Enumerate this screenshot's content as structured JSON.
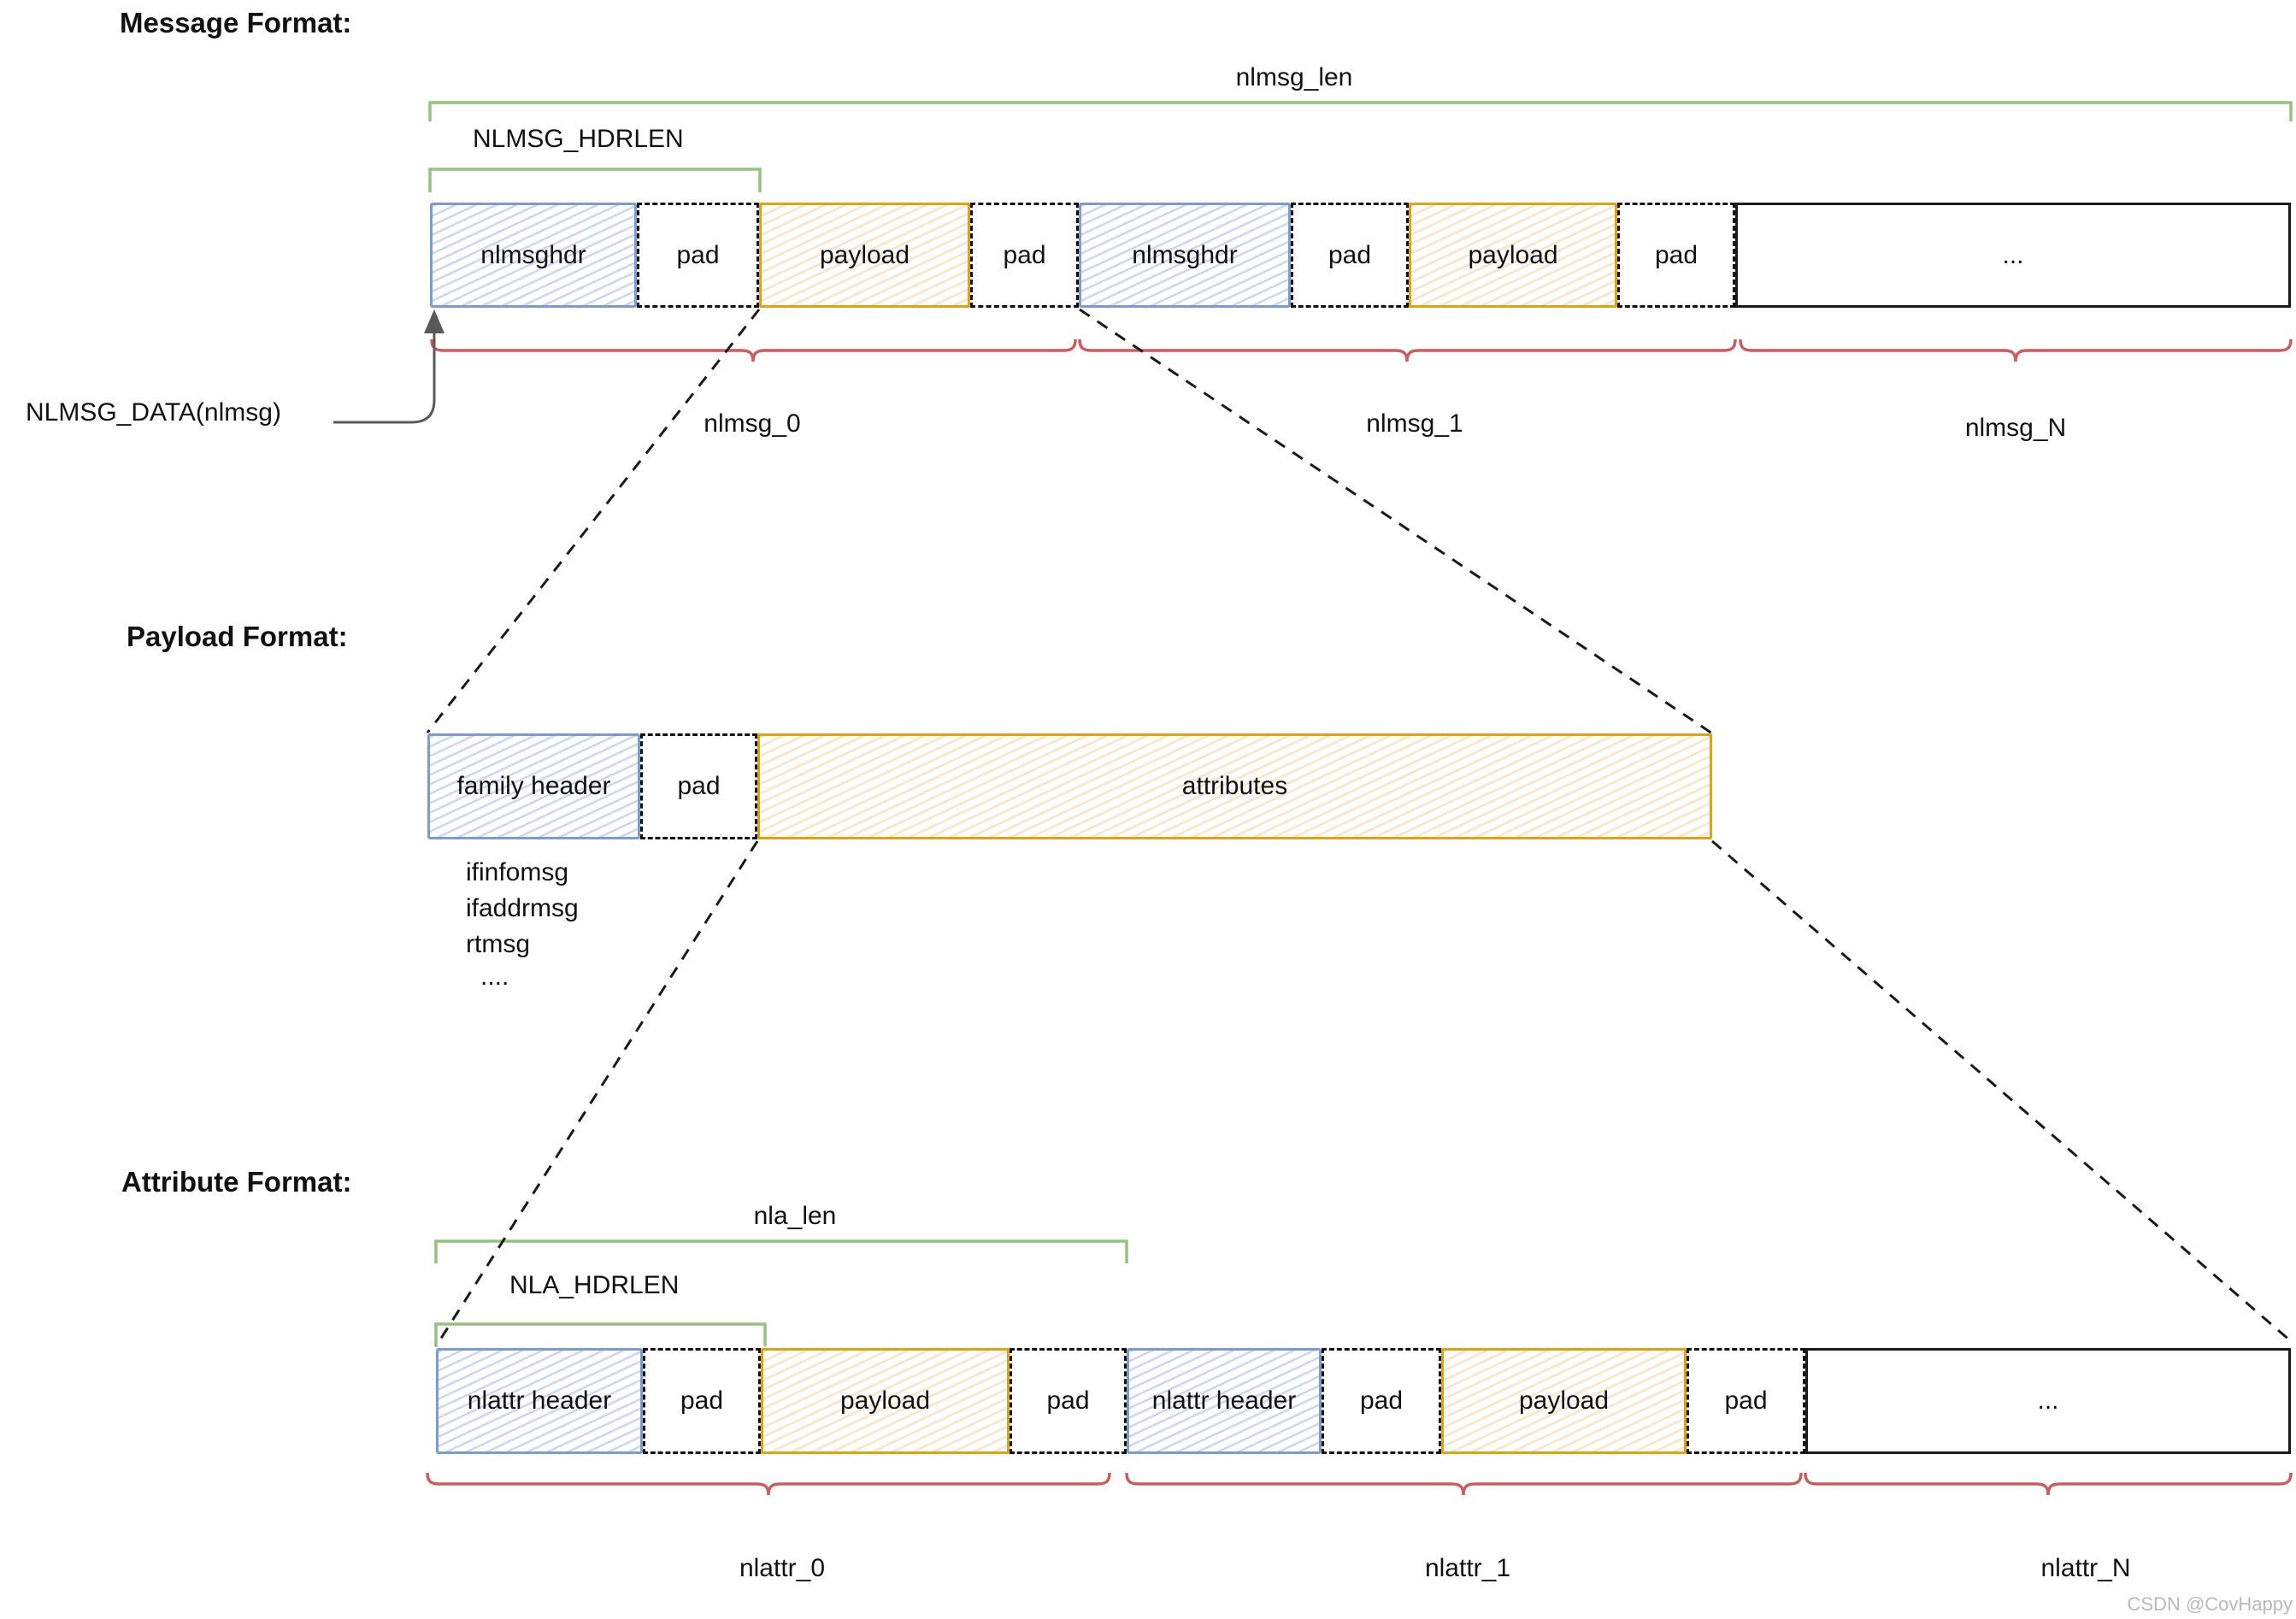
{
  "titles": {
    "message": "Message Format:",
    "payload": "Payload Format:",
    "attribute": "Attribute Format:"
  },
  "message_section": {
    "outer_bracket_label": "nlmsg_len",
    "inner_bracket_label": "NLMSG_HDRLEN",
    "data_pointer_label": "NLMSG_DATA(nlmsg)",
    "cells": [
      {
        "label": "nlmsghdr",
        "type": "header"
      },
      {
        "label": "pad",
        "type": "pad"
      },
      {
        "label": "payload",
        "type": "payload"
      },
      {
        "label": "pad",
        "type": "pad"
      },
      {
        "label": "nlmsghdr",
        "type": "header"
      },
      {
        "label": "pad",
        "type": "pad"
      },
      {
        "label": "payload",
        "type": "payload"
      },
      {
        "label": "pad",
        "type": "pad"
      },
      {
        "label": "...",
        "type": "more"
      }
    ],
    "braces": [
      {
        "label": "nlmsg_0"
      },
      {
        "label": "nlmsg_1"
      },
      {
        "label": "nlmsg_N"
      }
    ]
  },
  "payload_section": {
    "cells": [
      {
        "label": "family header",
        "type": "header"
      },
      {
        "label": "pad",
        "type": "pad"
      },
      {
        "label": "attributes",
        "type": "payload"
      }
    ],
    "examples": [
      {
        "text": "ifinfomsg"
      },
      {
        "text": "ifaddrmsg"
      },
      {
        "text": "rtmsg"
      },
      {
        "text": "...."
      }
    ]
  },
  "attribute_section": {
    "outer_bracket_label": "nla_len",
    "inner_bracket_label": "NLA_HDRLEN",
    "cells": [
      {
        "label": "nlattr header",
        "type": "header"
      },
      {
        "label": "pad",
        "type": "pad"
      },
      {
        "label": "payload",
        "type": "payload"
      },
      {
        "label": "pad",
        "type": "pad"
      },
      {
        "label": "nlattr header",
        "type": "header"
      },
      {
        "label": "pad",
        "type": "pad"
      },
      {
        "label": "payload",
        "type": "payload"
      },
      {
        "label": "pad",
        "type": "pad"
      },
      {
        "label": "...",
        "type": "more"
      }
    ],
    "braces": [
      {
        "label": "nlattr_0"
      },
      {
        "label": "nlattr_1"
      },
      {
        "label": "nlattr_N"
      }
    ]
  },
  "watermark": "CSDN @CovHappy",
  "colors": {
    "blue_border": "#7b9cd2",
    "orange_border": "#dfa312",
    "bracket_green": "#93c47d",
    "brace_red": "#cd5c5c",
    "arrow_gray": "#595959",
    "watermark_gray": "#b9b9b9"
  }
}
